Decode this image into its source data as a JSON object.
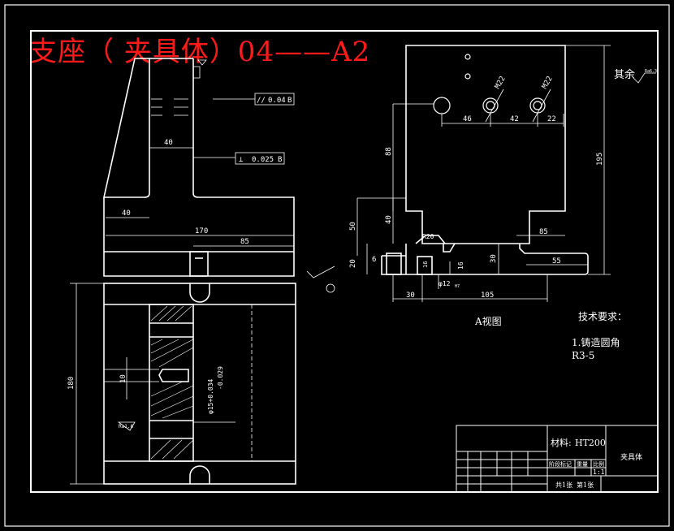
{
  "watermark": {
    "text": "支座（ 夹具体）04——A2",
    "color": "#ff1a1a"
  },
  "roughness_note": {
    "label": "其余",
    "value": "Ra6.3"
  },
  "gdt": {
    "parallelism": {
      "symbol": "//",
      "tol": "0.04",
      "datum": "B"
    },
    "perpendicularity": {
      "symbol": "⊥",
      "tol": "0.025",
      "datum": "B"
    }
  },
  "dims_front": {
    "d40_top": "40",
    "d40_left": "40",
    "d170": "170",
    "d85": "85"
  },
  "dims_plan": {
    "d180": "180",
    "d10": "10",
    "fit": "φ15+0.034",
    "fit2": "-0.029",
    "rough": "Ra1.6"
  },
  "dims_side": {
    "m22a": "M22",
    "m22b": "M22",
    "d46": "46",
    "d42": "42",
    "d22": "22",
    "d195": "195",
    "d88": "88",
    "d40": "40",
    "d50": "50",
    "d20": "20",
    "d6": "6",
    "r20": "R20",
    "d16a": "16",
    "d16b": "16",
    "d12": "φ12",
    "h7": "H7",
    "d30a": "30",
    "d105": "105",
    "d85": "85",
    "d30b": "30",
    "d55": "55"
  },
  "view_label": "A视图",
  "tech": {
    "heading": "技术要求：",
    "items": [
      "1.铸造圆角",
      "R3-5"
    ]
  },
  "title_block": {
    "material_label": "材料:",
    "material": "HT200",
    "part_name": "夹具体",
    "scale_header": "比例",
    "scale": "1:1",
    "sheets_total": "共1张",
    "sheet_no": "第1张",
    "header_cells": [
      "阶段标记",
      "重量",
      "比例"
    ]
  }
}
